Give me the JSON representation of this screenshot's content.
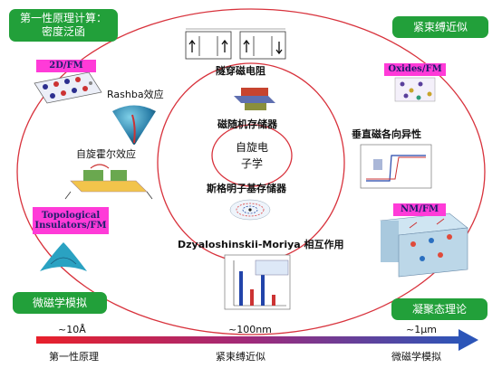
{
  "corner_labels": {
    "top_left": "第一性原理计算：\n密度泛函",
    "top_right": "紧束缚近似",
    "bottom_left": "微磁学模拟",
    "bottom_right": "凝聚态理论"
  },
  "material_tags": {
    "twod_fm": "2D/FM",
    "oxides_fm": "Oxides/FM",
    "nm_fm": "NM/FM",
    "topological": "Topological\nInsulators/FM"
  },
  "effects": {
    "tunnel_mr": "隧穿磁电阻",
    "rashba": "Rashba效应",
    "mram": "磁随机存储器",
    "spin_hall": "自旋霍尔效应",
    "pma": "垂直磁各向异性",
    "center": "自旋电\n子学",
    "skyrmion": "斯格明子基存储器",
    "dmi": "Dzyaloshinskii-Moriya 相互作用"
  },
  "scale": {
    "markers": [
      "~10Å",
      "~100nm",
      "~1μm"
    ],
    "methods": [
      "第一性原理",
      "紧束缚近似",
      "微磁学模拟"
    ]
  },
  "colors": {
    "green": "#22a03a",
    "magenta": "#ff3bd8",
    "ring": "#d8323c",
    "arrow_start": "#e8202a",
    "arrow_end": "#2c55b8"
  }
}
